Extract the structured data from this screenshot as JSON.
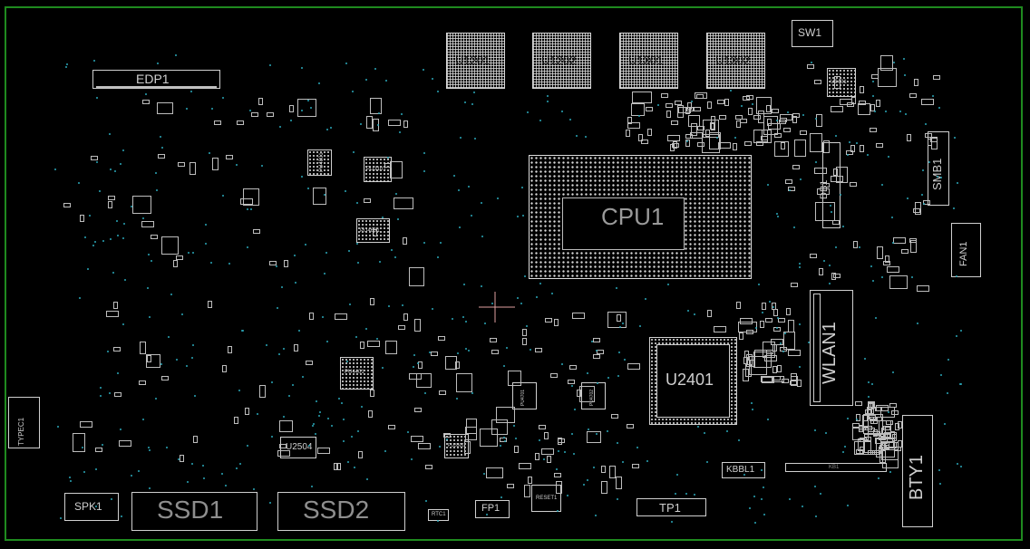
{
  "board": {
    "border_color": "#1f8a1f",
    "silk_color": "#cfcfcf",
    "via_color": "#2aa7b8"
  },
  "components": {
    "edp1": "EDP1",
    "u1201": "U1201",
    "u1202": "U1202",
    "u1301": "U1301",
    "u1302": "U1302",
    "sw1": "SW1",
    "u9401": "U9401",
    "cpu1": "CPU1",
    "db1": "DB1",
    "smb1": "SMB1",
    "fan1": "FAN1",
    "wlan1": "WLAN1",
    "u2401": "U2401",
    "bty1": "BTY1",
    "kbbl1": "KBBL1",
    "kb1": "KB1",
    "tp1": "TP1",
    "reset1": "RESET1",
    "fp1": "FP1",
    "rtc1": "RTC1",
    "ssd1": "SSD1",
    "ssd2": "SSD2",
    "u2504": "U2504",
    "spk1": "SPK1",
    "typec1": "TYPEC1",
    "pu4801": "PU4801",
    "pu3101": "PU3101",
    "pu4601": "PU4601",
    "pu4401": "PU4401",
    "pu4701": "PU4701",
    "pu4702": "PU4702",
    "pu3501": "PU3501"
  }
}
